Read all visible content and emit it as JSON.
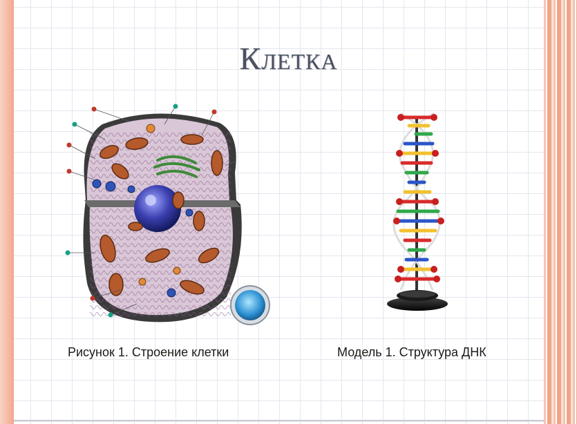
{
  "slide": {
    "title": "Клетка"
  },
  "figure_cell": {
    "caption": "Рисунок 1. Строение клетки"
  },
  "figure_dna": {
    "caption": "Модель 1. Структура ДНК"
  },
  "colors": {
    "accent": "#f3a58c",
    "title": "#4b5161"
  }
}
